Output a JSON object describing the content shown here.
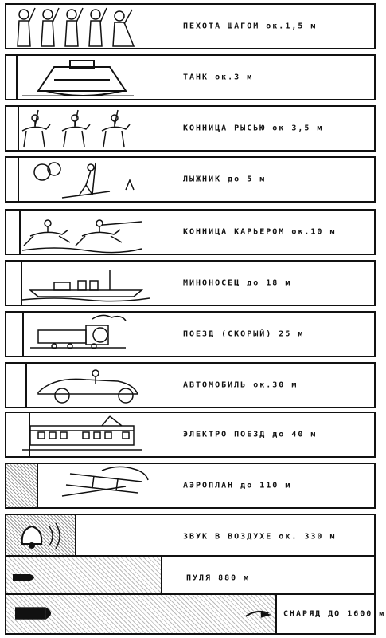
{
  "rows": [
    {
      "label": "ПЕХОТА ШАГОМ ок.1,5 м",
      "speed_m_per_s": 1.5
    },
    {
      "label": "ТАНК ок.3 м",
      "speed_m_per_s": 3
    },
    {
      "label": "КОННИЦА РЫСЬЮ ок 3,5 м",
      "speed_m_per_s": 3.5
    },
    {
      "label": "ЛЫЖНИК до 5 м",
      "speed_m_per_s": 5
    },
    {
      "label": "КОННИЦА КАРЬЕРОМ ок.10 м",
      "speed_m_per_s": 10
    },
    {
      "label": "МИНОНОСЕЦ до 18 м",
      "speed_m_per_s": 18
    },
    {
      "label": "ПОЕЗД (СКОРЫЙ) 25 м",
      "speed_m_per_s": 25
    },
    {
      "label": "АВТОМОБИЛЬ ок.30 м",
      "speed_m_per_s": 30
    },
    {
      "label": "ЭЛЕКТРО ПОЕЗД до 40 м",
      "speed_m_per_s": 40
    },
    {
      "label": "АЭРОПЛАН до 110 м",
      "speed_m_per_s": 110
    },
    {
      "label": "ЗВУК В ВОЗДУХЕ ок. 330 м",
      "speed_m_per_s": 330
    },
    {
      "label": "ПУЛЯ 880 м",
      "speed_m_per_s": 880
    },
    {
      "label": "СНАРЯД ДО 1600 м",
      "speed_m_per_s": 1600
    }
  ]
}
